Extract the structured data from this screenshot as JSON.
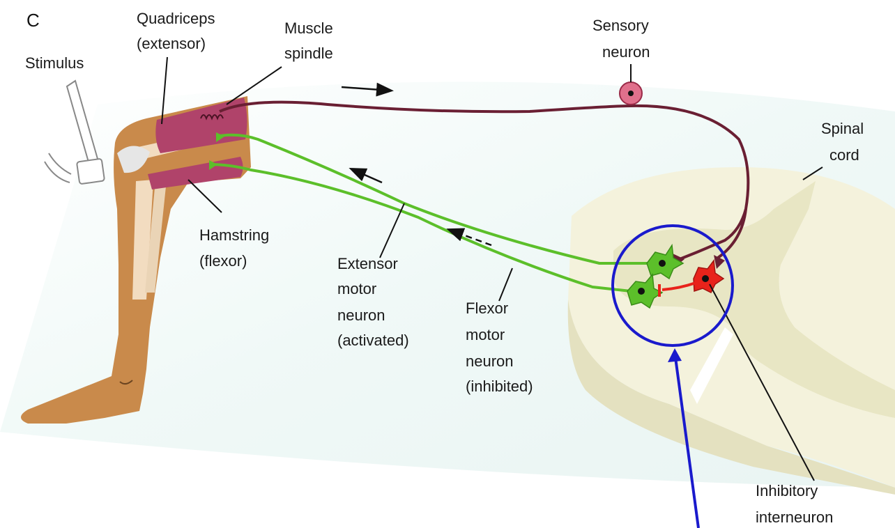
{
  "panel_letter": "C",
  "labels": {
    "quadriceps": [
      "Quadriceps",
      "(extensor)"
    ],
    "spindle": [
      "Muscle",
      "spindle"
    ],
    "stimulus": [
      "Stimulus"
    ],
    "sensory": [
      "Sensory",
      "neuron"
    ],
    "spinal": [
      "Spinal",
      "cord"
    ],
    "hamstring": [
      "Hamstring",
      "(flexor)"
    ],
    "extensor": [
      "Extensor",
      "motor",
      "neuron",
      "(activated)"
    ],
    "flexor": [
      "Flexor",
      "motor",
      "neuron",
      "(inhibited)"
    ],
    "interneuron": [
      "Inhibitory",
      "interneuron"
    ]
  },
  "colors": {
    "skin": "#c98a4b",
    "muscle": "#b0436a",
    "sensory_fiber": "#6a1f33",
    "motor_fiber": "#5cbf2a",
    "interneuron": "#e8231b",
    "highlight": "#1a1acc",
    "spinal_white": "#f4f2dc",
    "spinal_gray": "#e8e6c4"
  }
}
